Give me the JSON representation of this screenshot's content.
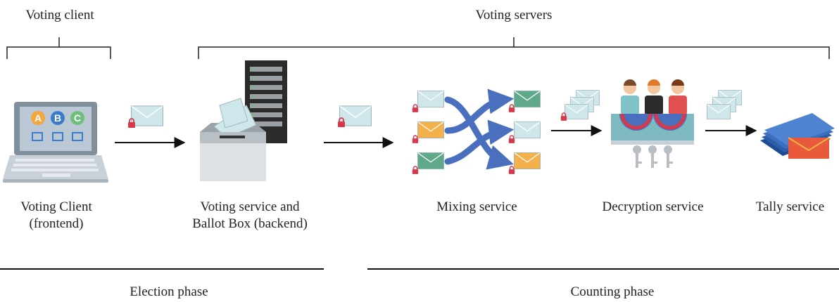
{
  "groups": {
    "client": "Voting client",
    "servers": "Voting servers"
  },
  "components": {
    "voting_client": {
      "line1": "Voting Client",
      "line2": "(frontend)"
    },
    "voting_service": {
      "line1": "Voting service and",
      "line2": "Ballot Box (backend)"
    },
    "mixing": "Mixing service",
    "decryption": "Decryption service",
    "tally": "Tally service"
  },
  "ballot_choices": [
    "A",
    "B",
    "C"
  ],
  "phases": {
    "election": "Election phase",
    "counting": "Counting phase"
  },
  "colors": {
    "envelope_light": "#cfe7ea",
    "envelope_teal": "#5fa88a",
    "envelope_orange": "#f4b04a",
    "lock": "#d63a4a",
    "mix_arrow": "#4a6fbf",
    "choice_a": "#f4a640",
    "choice_b": "#3a7cc9",
    "choice_c": "#6fbf7a",
    "tally_blue": "#2f5ea8",
    "tally_envelope": "#e85a3a"
  },
  "icons": {
    "laptop": "laptop-icon",
    "ballot_box": "ballot-box-icon",
    "server_rack": "server-rack-icon",
    "envelope": "envelope-icon",
    "lock": "lock-icon",
    "mix": "mix-arrows-icon",
    "trustees": "trustees-icon",
    "keys": "key-icon",
    "tally_stack": "ballot-stack-icon"
  }
}
